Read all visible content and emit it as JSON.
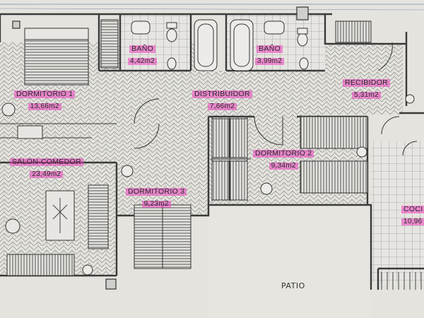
{
  "rooms": {
    "bano_1": {
      "name": "BAÑO",
      "area": "4,42m2"
    },
    "bano_2": {
      "name": "BAÑO",
      "area": "3,99m2"
    },
    "dormitorio_1": {
      "name": "DORMITORIO 1",
      "area": "13,66m2"
    },
    "distribuidor": {
      "name": "DISTRIBUIDOR",
      "area": "7,66m2"
    },
    "recibidor": {
      "name": "RECIBIDOR",
      "area": "5,31m2"
    },
    "salon_comedor": {
      "name": "SALON-COMEDOR",
      "area": "23,49m2"
    },
    "dormitorio_2": {
      "name": "DORMITORIO 2",
      "area": "9,34m2"
    },
    "dormitorio_3": {
      "name": "DORMITORIO 3",
      "area": "9,23m2"
    },
    "cocina": {
      "name": "COCI",
      "area": "10,96"
    }
  },
  "labels": {
    "patio": "PATIO"
  },
  "colors": {
    "paper": "#e4e3de",
    "ink": "#3a3a3a",
    "highlight": "#ec40be"
  }
}
